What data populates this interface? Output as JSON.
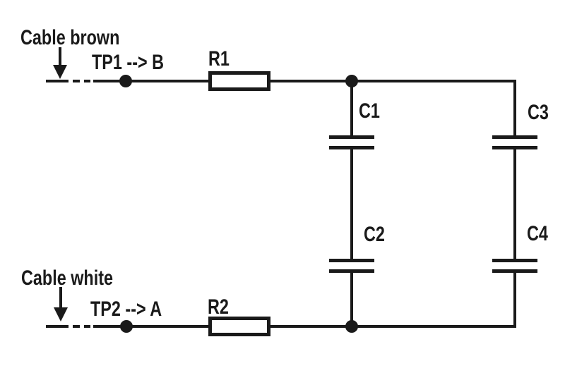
{
  "diagram": {
    "kind": "circuit-schematic",
    "colors": {
      "line": "#1a1a1a",
      "background": "#ffffff"
    },
    "labels": {
      "cable_brown": "Cable brown",
      "cable_white": "Cable white",
      "tp1": "TP1 --> B",
      "tp2": "TP2 --> A",
      "r1": "R1",
      "r2": "R2",
      "c1": "C1",
      "c2": "C2",
      "c3": "C3",
      "c4": "C4"
    },
    "components": [
      {
        "id": "R1",
        "type": "resistor"
      },
      {
        "id": "R2",
        "type": "resistor"
      },
      {
        "id": "C1",
        "type": "capacitor"
      },
      {
        "id": "C2",
        "type": "capacitor"
      },
      {
        "id": "C3",
        "type": "capacitor"
      },
      {
        "id": "C4",
        "type": "capacitor"
      },
      {
        "id": "TP1",
        "type": "test-point",
        "label": "TP1 --> B"
      },
      {
        "id": "TP2",
        "type": "test-point",
        "label": "TP2 --> A"
      }
    ]
  }
}
